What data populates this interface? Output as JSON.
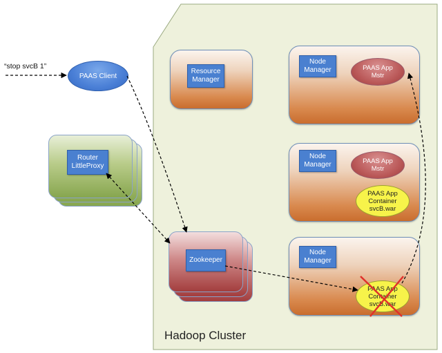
{
  "command_text": "“stop svcB  1”",
  "paas_client": "PAAS Client",
  "router": [
    "Router",
    "LittleProxy"
  ],
  "resource_manager": [
    "Resource",
    "Manager"
  ],
  "zookeeper": "Zookeeper",
  "cluster_label": "Hadoop Cluster",
  "node_manager": [
    "Node",
    "Manager"
  ],
  "app_master": [
    "PAAS App",
    "Mstr"
  ],
  "app_container": [
    "PAAS App",
    "Container",
    "svcB.war"
  ],
  "colors": {
    "cluster_fill": "#eef1dc",
    "cluster_border": "#9aaa80",
    "node_box": "#4a80d0",
    "app_master": "#bb5a5a",
    "app_container": "#f7f34a",
    "zookeeper": "#a33e3e",
    "router": "#87a64f",
    "kill_mark": "#e0302a"
  }
}
